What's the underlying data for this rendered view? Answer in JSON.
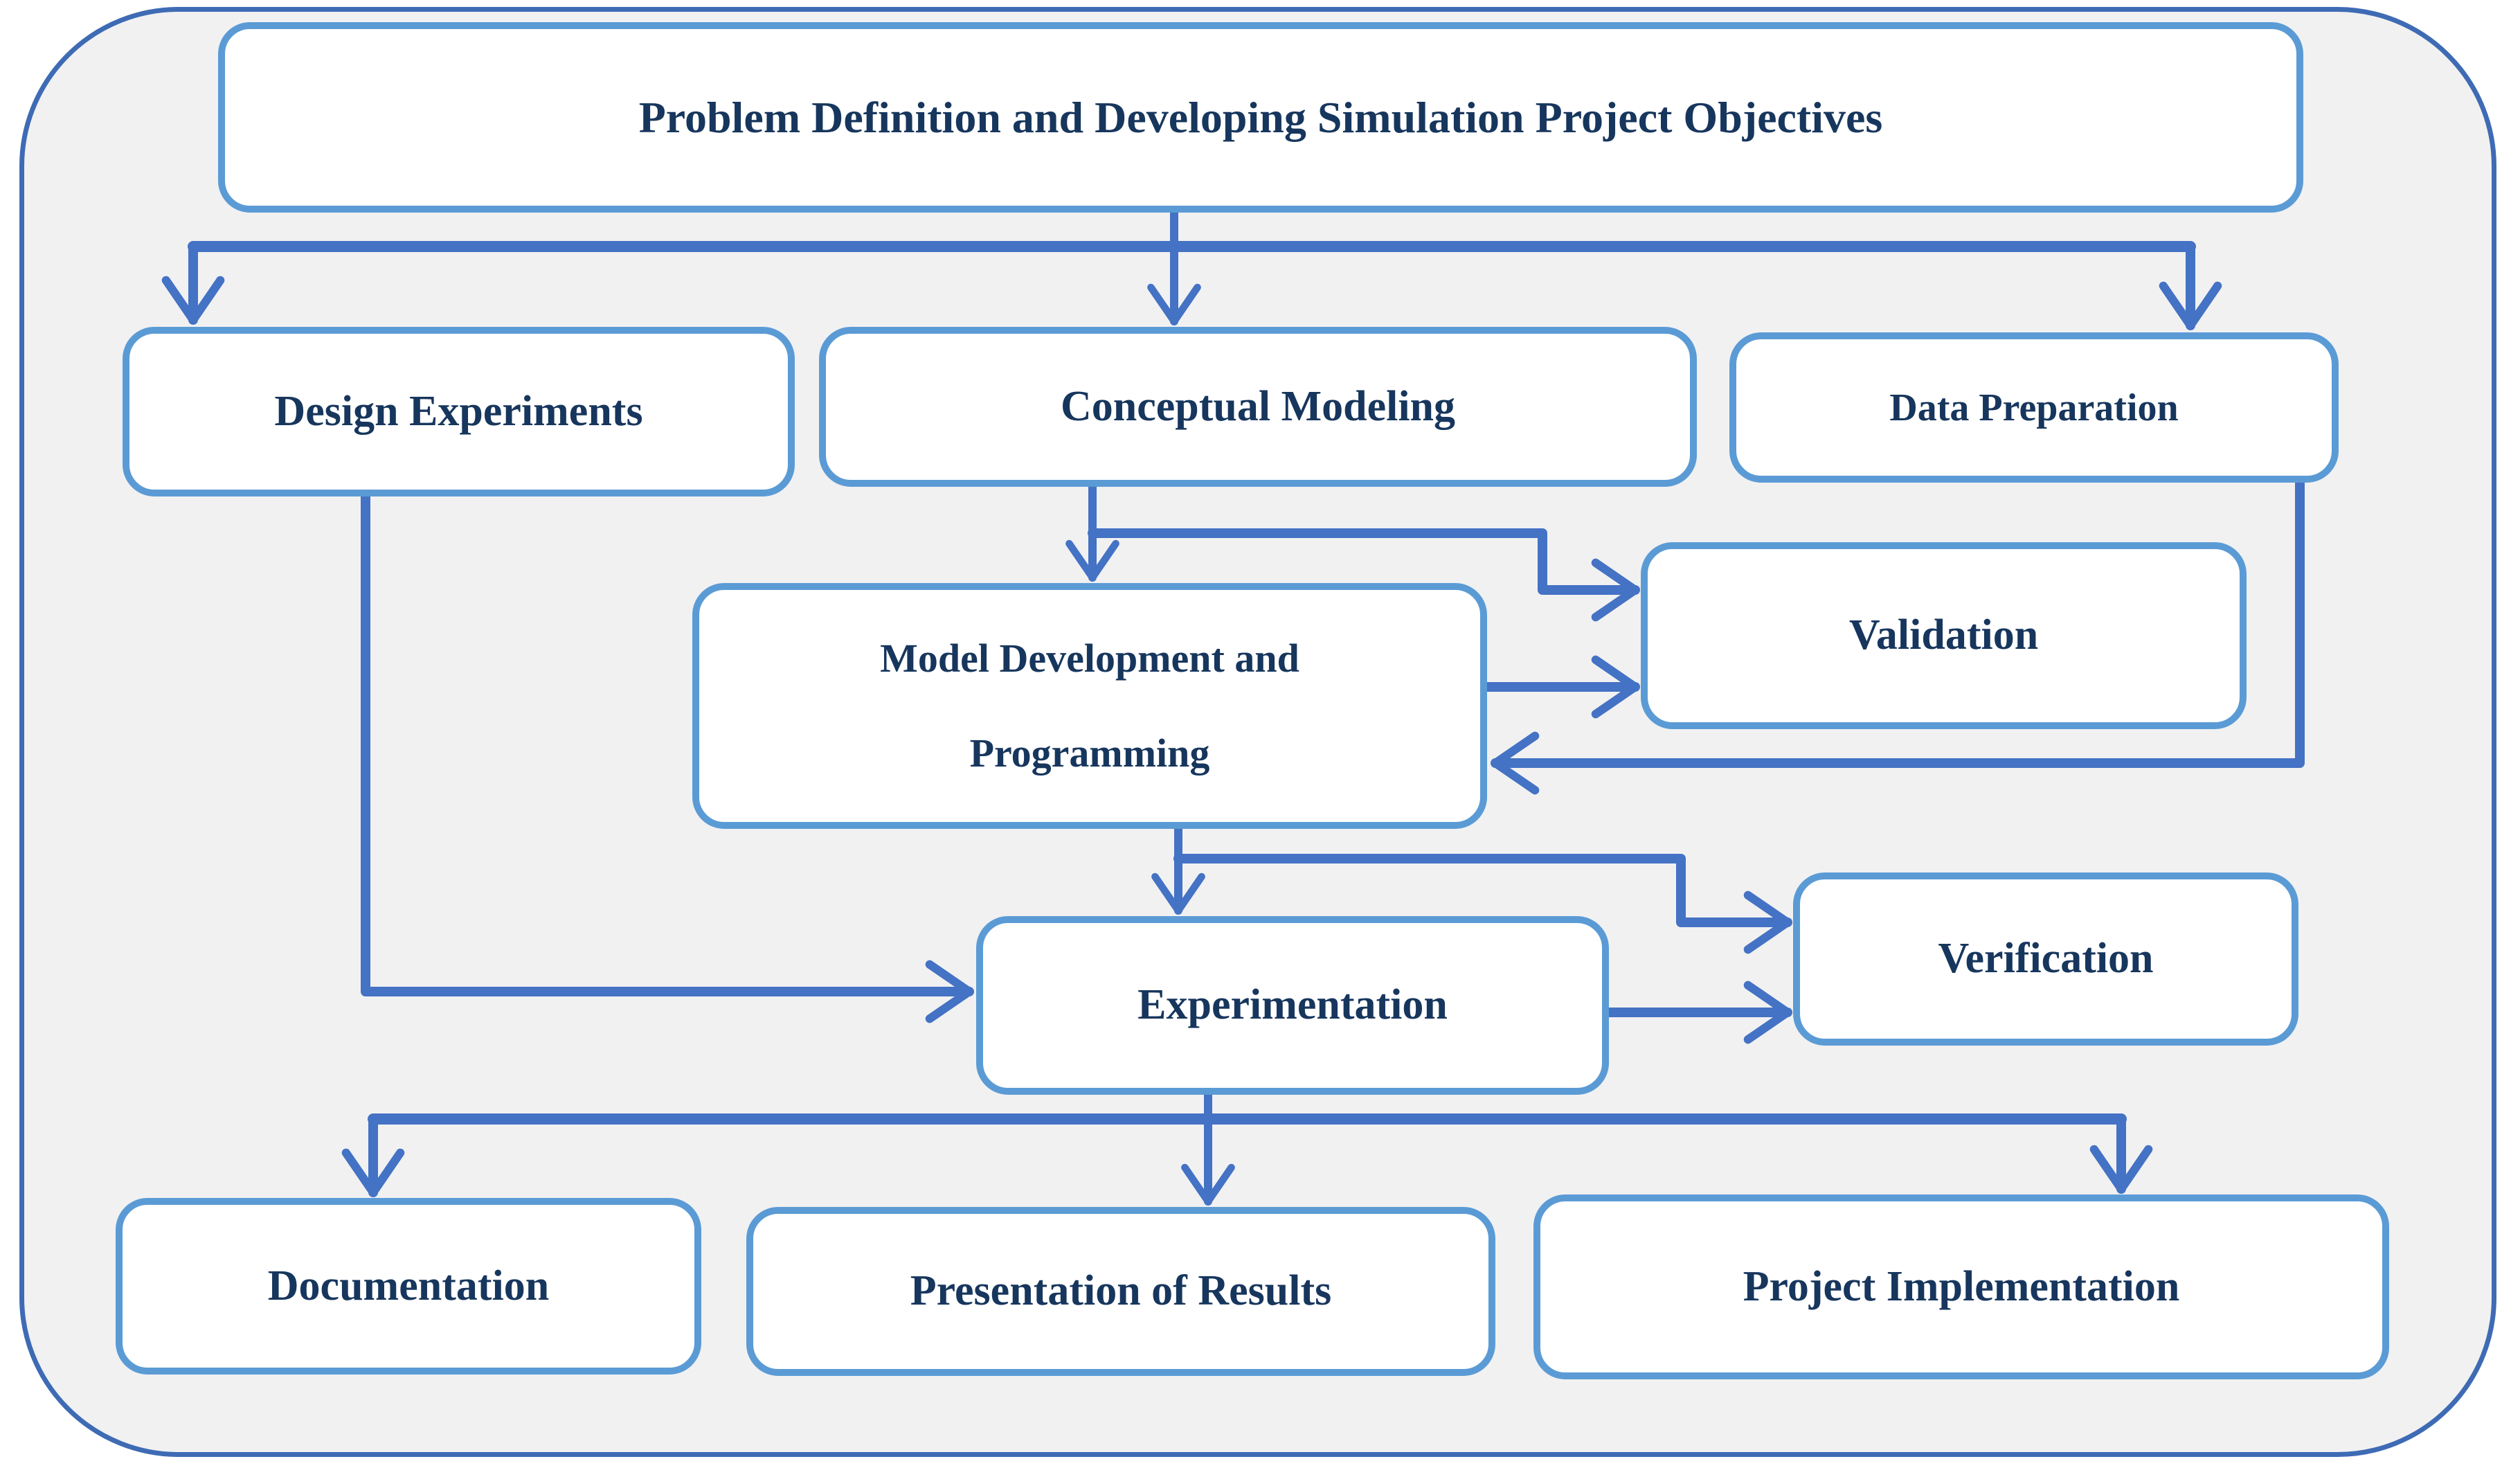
{
  "diagram": {
    "title": "Problem Definition and Developing Simulation Project Objectives",
    "nodes": {
      "design_experiments": "Design Experiments",
      "conceptual_modeling": "Conceptual Modeling",
      "data_preparation": "Data Preparation",
      "model_development": "Model Development and\nProgramming",
      "validation": "Validation",
      "experimentation": "Experimentation",
      "verification": "Verification",
      "documentation": "Documentation",
      "presentation_of_results": "Presentation of Results",
      "project_implementation": "Project Implementation"
    },
    "colors": {
      "arrow": "#4472C4",
      "box_border": "#5B9BD5",
      "frame_border": "#3E6BB4",
      "frame_fill": "#F1F1F2",
      "text": "#17365D",
      "box_fill": "#FFFFFF"
    }
  }
}
